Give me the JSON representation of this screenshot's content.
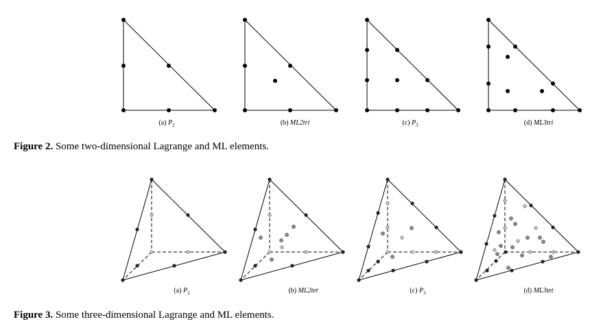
{
  "figure2": {
    "label": "Figure 2.",
    "text": " Some two-dimensional Lagrange and ML elements.",
    "panels": [
      {
        "letter": "(a)",
        "name": "P",
        "sub": "2"
      },
      {
        "letter": "(b)",
        "name": "ML2tri",
        "sub": ""
      },
      {
        "letter": "(c)",
        "name": "P",
        "sub": "3"
      },
      {
        "letter": "(d)",
        "name": "ML3tri",
        "sub": ""
      }
    ]
  },
  "figure3": {
    "label": "Figure 3.",
    "text": " Some three-dimensional Lagrange and ML elements.",
    "panels": [
      {
        "letter": "(a)",
        "name": "P",
        "sub": "2"
      },
      {
        "letter": "(b)",
        "name": "ML2tet",
        "sub": ""
      },
      {
        "letter": "(c)",
        "name": "P",
        "sub": "3"
      },
      {
        "letter": "(d)",
        "name": "ML3tet",
        "sub": ""
      }
    ]
  }
}
